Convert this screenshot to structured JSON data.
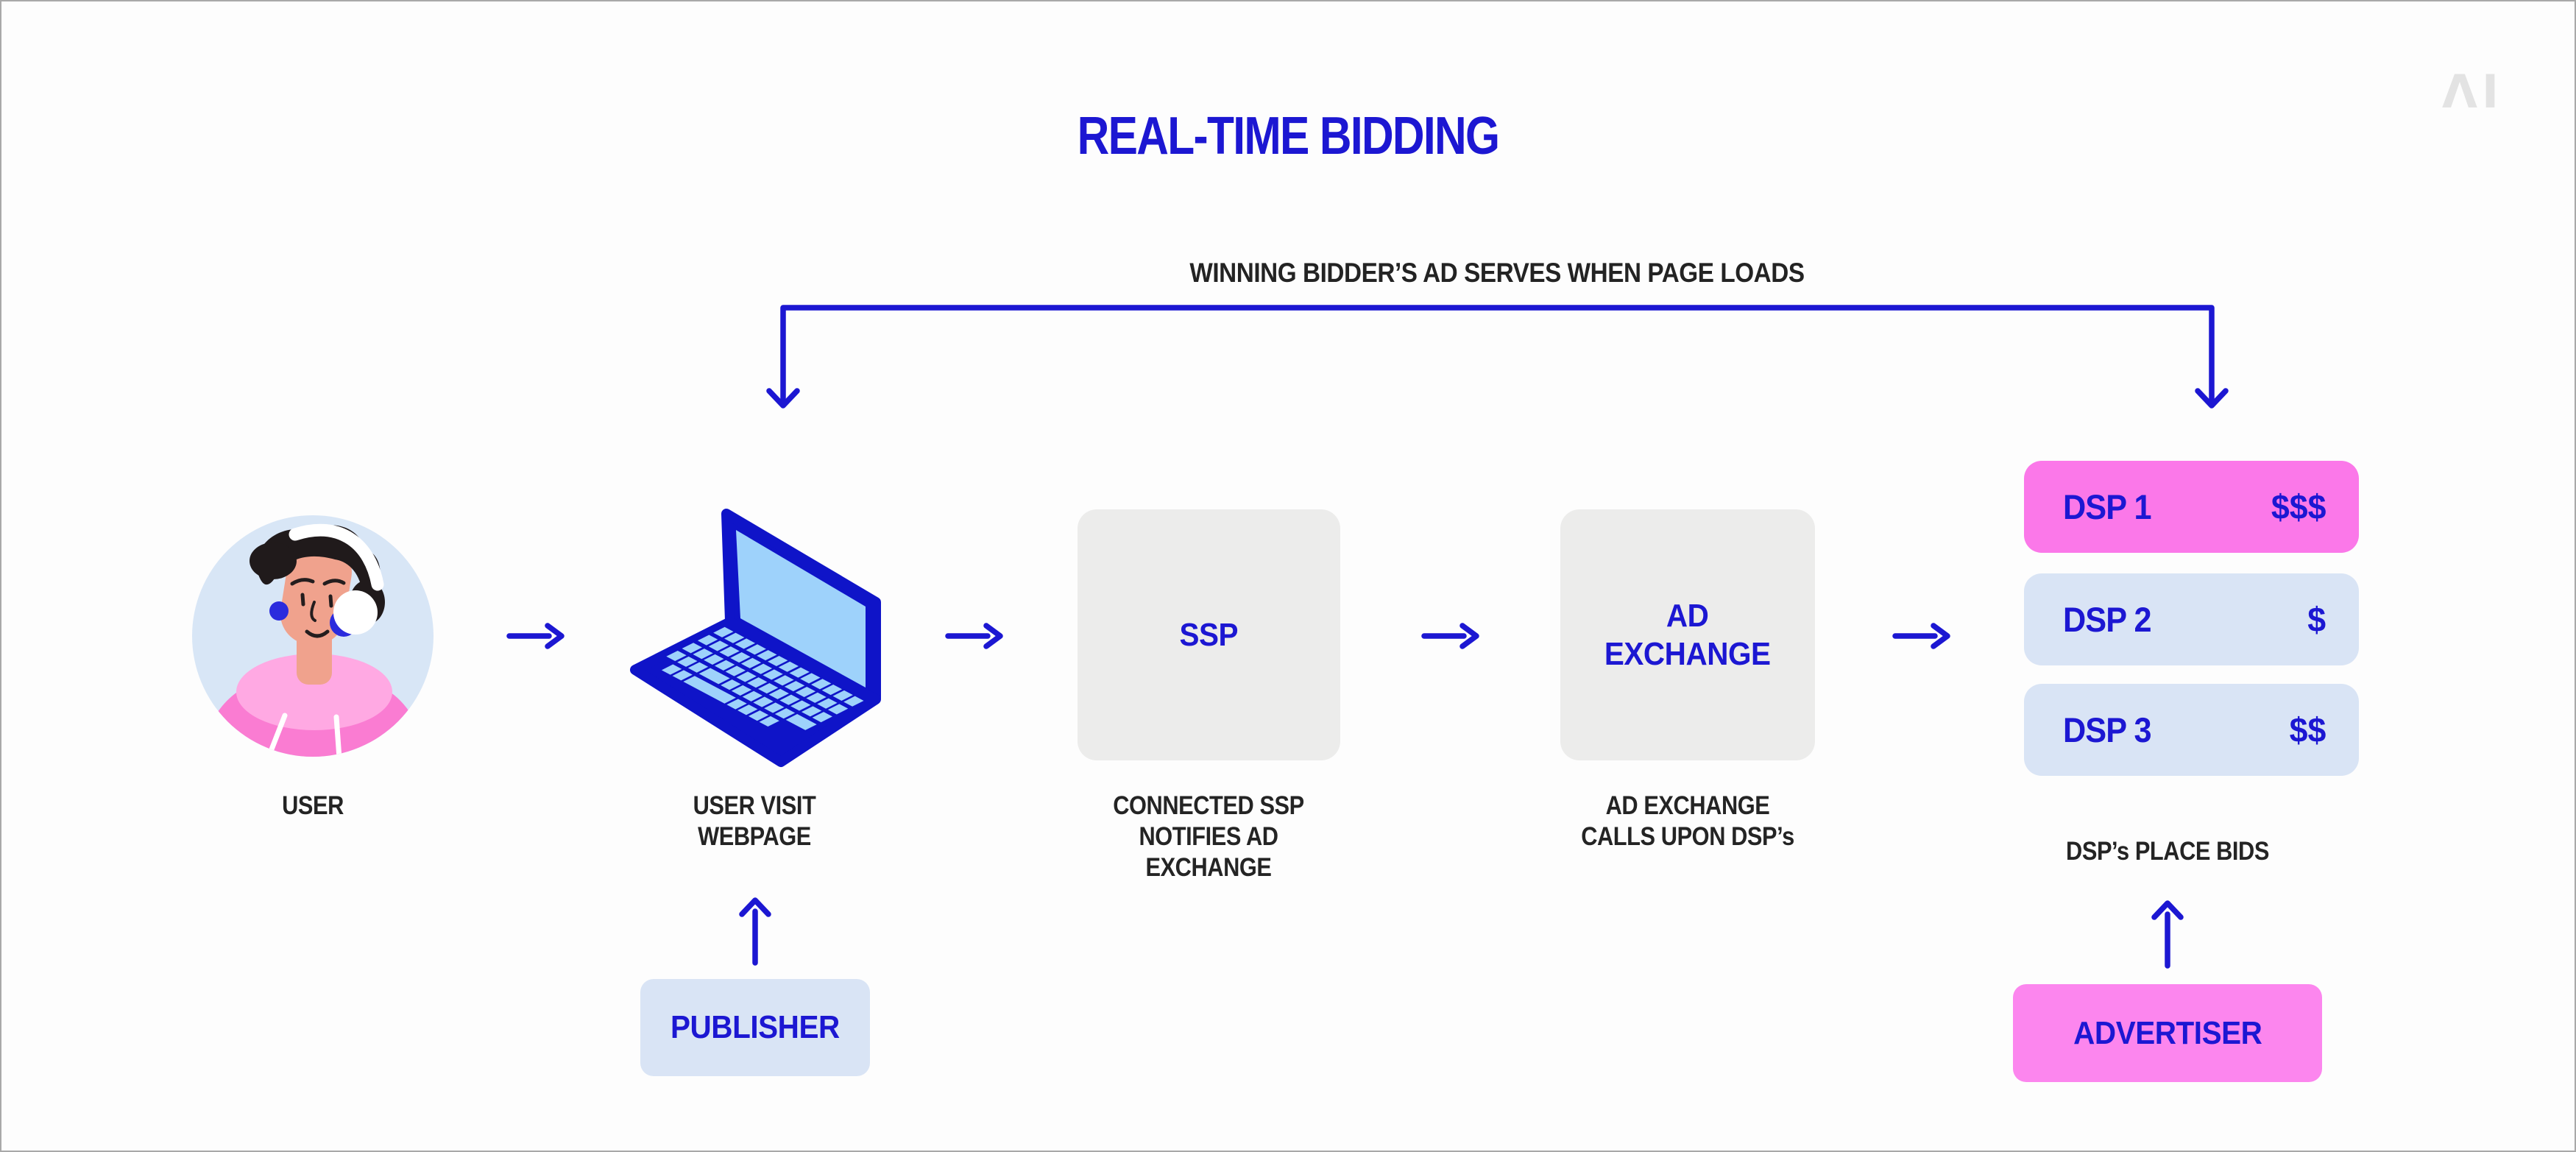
{
  "palette": {
    "blue": "#1c17d2",
    "laptop_blue": "#0f14c8",
    "screen_blue": "#9ed2fb",
    "pink_dsp1": "#fb78e9",
    "pink_advertiser": "#fc86ee",
    "light_blue_box": "#d9e4f5",
    "gray_box": "#ececeb",
    "caption_dark": "#242424",
    "background": "#fdfdfd",
    "frame_border": "#a9a9a9",
    "logo_gray": "#e3e3e3",
    "avatar_bg": "#d8e6f6",
    "hoodie_pink": "#fa7cd2",
    "collar_pink": "#ffa9e3",
    "skin": "#f0a28d",
    "hair": "#201a1b"
  },
  "title": "REAL-TIME BIDDING",
  "logo": "ΛI",
  "flow_label": "WINNING BIDDER’S AD SERVES WHEN PAGE LOADS",
  "user": {
    "caption": "USER"
  },
  "webpage": {
    "caption": "USER VISIT\nWEBPAGE"
  },
  "ssp": {
    "label": "SSP",
    "caption": "CONNECTED SSP\nNOTIFIES AD\nEXCHANGE"
  },
  "ad_exchange": {
    "label": "AD\nEXCHANGE",
    "caption": "AD EXCHANGE\nCALLS UPON DSP’s"
  },
  "dsp": {
    "caption": "DSP’s PLACE BIDS",
    "rows": [
      {
        "label": "DSP 1",
        "bid": "$$$"
      },
      {
        "label": "DSP 2",
        "bid": "$"
      },
      {
        "label": "DSP 3",
        "bid": "$$"
      }
    ]
  },
  "publisher": {
    "label": "PUBLISHER"
  },
  "advertiser": {
    "label": "ADVERTISER"
  }
}
